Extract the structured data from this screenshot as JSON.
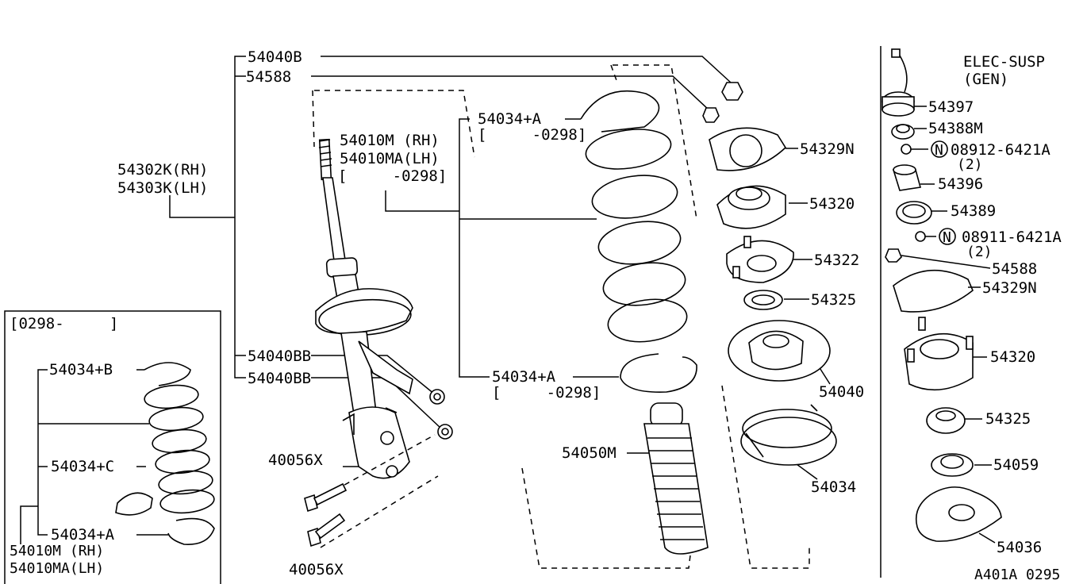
{
  "labels": {
    "p54040B": "54040B",
    "p54588": "54588",
    "p54302K": "54302K(RH)",
    "p54303K": "54303K(LH)",
    "p54010M": "54010M (RH)",
    "p54010MA": "54010MA(LH)",
    "range0298a": "[     -0298]",
    "p54034A_top": "54034+A",
    "range0298b": "[     -0298]",
    "p54329N": "54329N",
    "p54320": "54320",
    "p54322": "54322",
    "p54325": "54325",
    "p54040": "54040",
    "p54034": "54034",
    "p54050M": "54050M",
    "p54034A_mid": "54034+A",
    "range0298c": "[     -0298]",
    "p54040BB_a": "54040BB",
    "p54040BB_b": "54040BB",
    "p40056X_a": "40056X",
    "p40056X_b": "40056X",
    "inset_title": "[0298-     ]",
    "inset_54034B": "54034+B",
    "inset_54034C": "54034+C",
    "inset_54034A": "54034+A",
    "inset_54010M": "54010M (RH)",
    "inset_54010MA": "54010MA(LH)",
    "elec_title1": "ELEC-SUSP",
    "elec_title2": "(GEN)",
    "e54397": "54397",
    "e54388M": "54388M",
    "e08912": "08912-6421A",
    "e08912_qty": "(2)",
    "e54396": "54396",
    "e54389": "54389",
    "e08911": "08911-6421A",
    "e08911_qty": "(2)",
    "e54588": "54588",
    "e54329N": "54329N",
    "e54320": "54320",
    "e54325": "54325",
    "e54059": "54059",
    "e54036": "54036",
    "n_mark": "N",
    "footer_code": "A401A 0295"
  }
}
